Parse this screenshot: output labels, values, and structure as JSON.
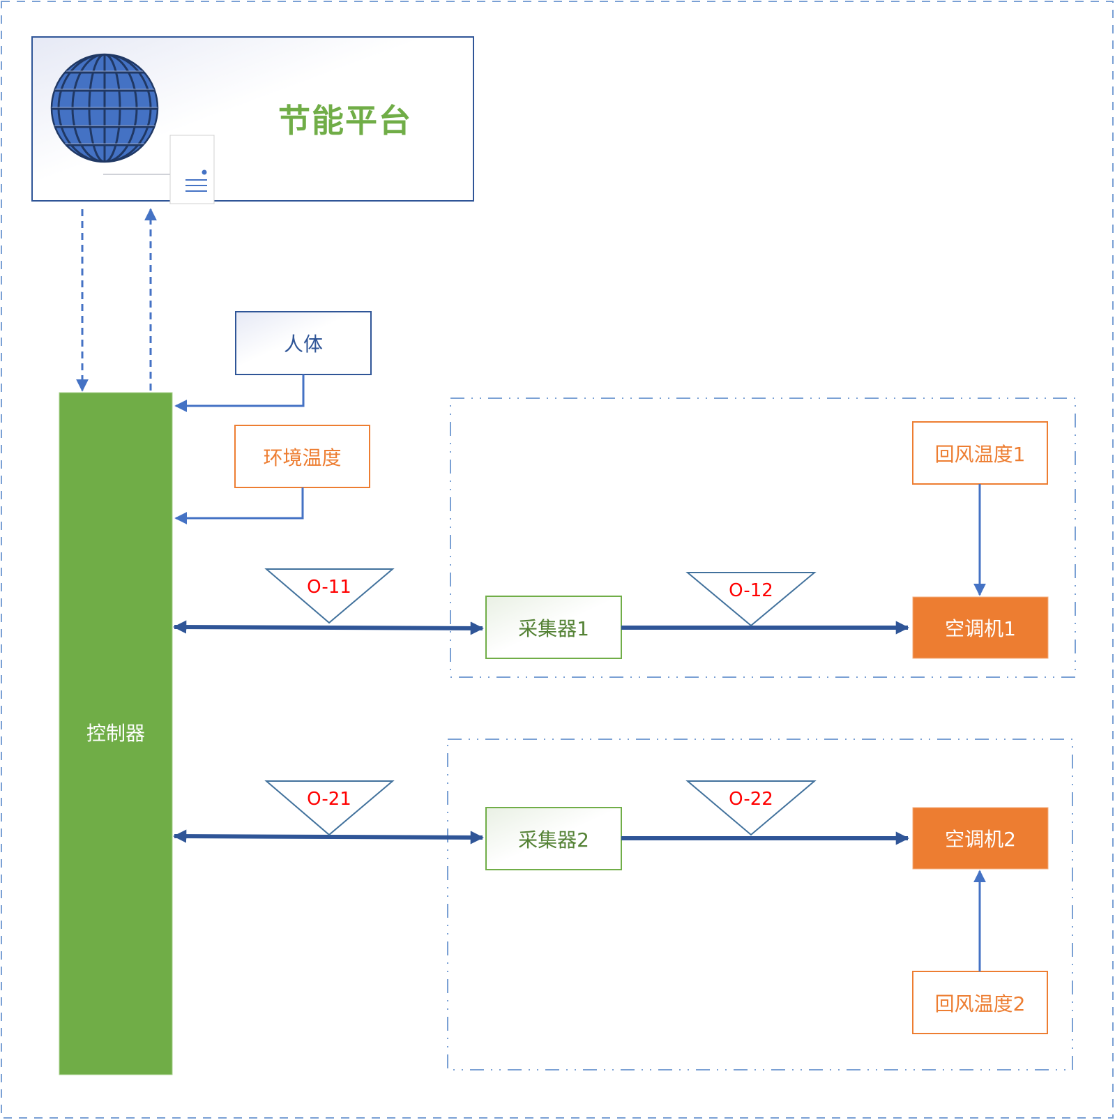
{
  "colors": {
    "line_blue": "#4472c4",
    "dark_blue": "#2f5597",
    "orange": "#ed7d31",
    "green": "#70ad47",
    "dashed_border": "#7aa0d4",
    "red_label": "#ff0000"
  },
  "platform": {
    "title": "节能平台",
    "icon": "globe-icon",
    "sub_icon": "document-server-icon"
  },
  "controller": {
    "label": "控制器"
  },
  "inputs": {
    "human": {
      "label": "人体"
    },
    "env_temp": {
      "label": "环境温度"
    }
  },
  "groups": [
    {
      "collector": {
        "label": "采集器1"
      },
      "ac_unit": {
        "label": "空调机1"
      },
      "return_air_temp": {
        "label": "回风温度1"
      },
      "link_controller": {
        "label": "O-11"
      },
      "link_ac": {
        "label": "O-12"
      }
    },
    {
      "collector": {
        "label": "采集器2"
      },
      "ac_unit": {
        "label": "空调机2"
      },
      "return_air_temp": {
        "label": "回风温度2"
      },
      "link_controller": {
        "label": "O-21"
      },
      "link_ac": {
        "label": "O-22"
      }
    }
  ]
}
